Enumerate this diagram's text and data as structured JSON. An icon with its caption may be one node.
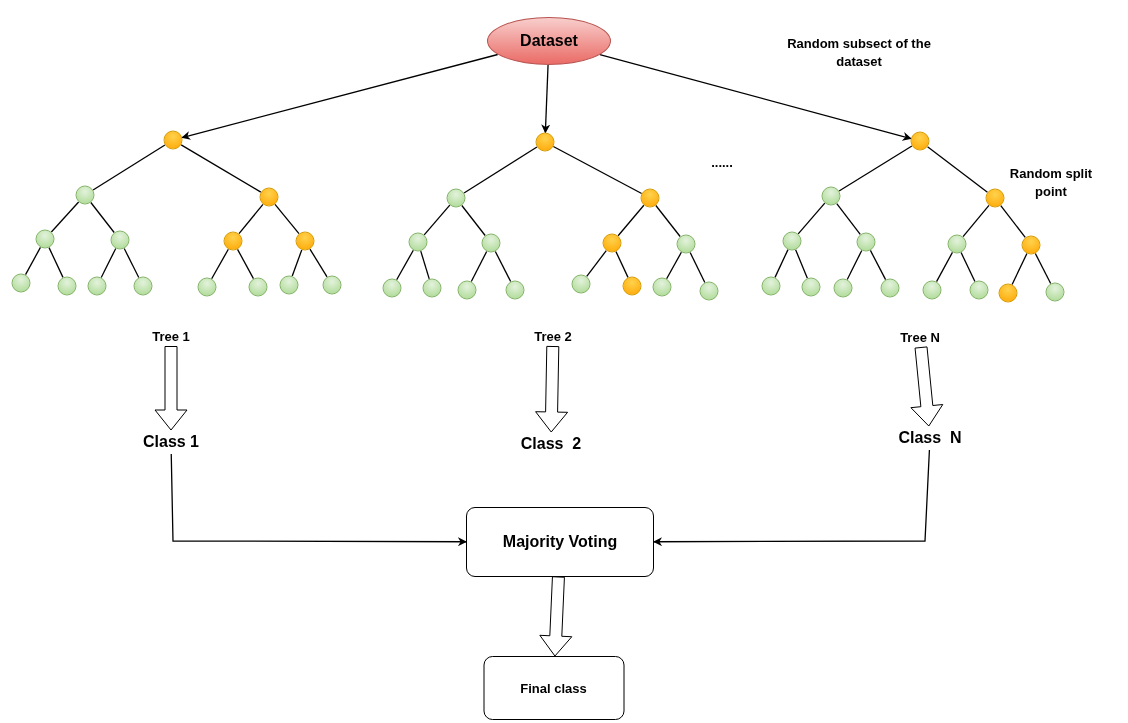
{
  "diagram": {
    "nodes": [
      {
        "text": [
          "Dataset"
        ]
      },
      {
        "text": [],
        "shape": "circle"
      },
      {
        "text": [],
        "shape": "circle"
      },
      {
        "text": [],
        "shape": "circle"
      },
      {
        "text": [],
        "shape": "circle"
      },
      {
        "text": [],
        "shape": "circle"
      },
      {
        "text": [],
        "shape": "circle"
      },
      {
        "text": [],
        "shape": "circle"
      },
      {
        "text": [],
        "shape": "circle"
      },
      {
        "text": [],
        "shape": "circle"
      },
      {
        "text": [],
        "shape": "circle"
      },
      {
        "text": [],
        "shape": "circle"
      },
      {
        "text": [],
        "shape": "circle"
      },
      {
        "text": [],
        "shape": "circle"
      },
      {
        "text": [],
        "shape": "circle"
      },
      {
        "text": [],
        "shape": "circle"
      },
      {
        "text": [],
        "shape": "circle"
      },
      {
        "text": [],
        "shape": "circle"
      },
      {
        "text": [],
        "shape": "circle"
      },
      {
        "text": [],
        "shape": "circle"
      },
      {
        "text": [],
        "shape": "circle"
      },
      {
        "text": [],
        "shape": "circle"
      },
      {
        "text": [],
        "shape": "circle"
      },
      {
        "text": [],
        "shape": "circle"
      },
      {
        "text": [],
        "shape": "circle"
      },
      {
        "text": [],
        "shape": "circle"
      },
      {
        "text": [],
        "shape": "circle"
      },
      {
        "text": [],
        "shape": "circle"
      },
      {
        "text": [],
        "shape": "circle"
      },
      {
        "text": [],
        "shape": "circle"
      },
      {
        "text": [],
        "shape": "circle"
      },
      {
        "text": [],
        "shape": "circle"
      },
      {
        "text": [],
        "shape": "circle"
      },
      {
        "text": [],
        "shape": "circle"
      },
      {
        "text": [],
        "shape": "circle"
      },
      {
        "text": [],
        "shape": "circle"
      },
      {
        "text": [],
        "shape": "circle"
      },
      {
        "text": [],
        "shape": "circle"
      },
      {
        "text": [],
        "shape": "circle"
      },
      {
        "text": [],
        "shape": "circle"
      },
      {
        "text": [],
        "shape": "circle"
      },
      {
        "text": [],
        "shape": "circle"
      },
      {
        "text": [],
        "shape": "circle"
      },
      {
        "text": [],
        "shape": "circle"
      },
      {
        "text": [],
        "shape": "circle"
      },
      {
        "text": [],
        "shape": "circle"
      },
      {
        "text": [
          "Tree 1"
        ]
      },
      {
        "text": [
          "Tree 2"
        ]
      },
      {
        "text": [
          "Tree N"
        ]
      },
      {
        "text": [
          "Class 1"
        ]
      },
      {
        "text": [
          "Class  2"
        ]
      },
      {
        "text": [
          "Class  N"
        ]
      },
      {
        "text": [
          "Majority Voting"
        ]
      },
      {
        "text": [
          "Final class"
        ]
      }
    ],
    "edges": [
      {
        "from": 0,
        "to": 1,
        "arrow": "to"
      },
      {
        "from": 0,
        "to": 16,
        "arrow": "to"
      },
      {
        "from": 0,
        "to": 31,
        "arrow": "to"
      },
      {
        "from": 1,
        "to": 2,
        "arrow": "none"
      },
      {
        "from": 1,
        "to": 3,
        "arrow": "none"
      },
      {
        "from": 2,
        "to": 4,
        "arrow": "none"
      },
      {
        "from": 2,
        "to": 5,
        "arrow": "none"
      },
      {
        "from": 3,
        "to": 6,
        "arrow": "none"
      },
      {
        "from": 3,
        "to": 7,
        "arrow": "none"
      },
      {
        "from": 4,
        "to": 8,
        "arrow": "none"
      },
      {
        "from": 4,
        "to": 9,
        "arrow": "none"
      },
      {
        "from": 5,
        "to": 10,
        "arrow": "none"
      },
      {
        "from": 5,
        "to": 11,
        "arrow": "none"
      },
      {
        "from": 6,
        "to": 12,
        "arrow": "none"
      },
      {
        "from": 6,
        "to": 13,
        "arrow": "none"
      },
      {
        "from": 7,
        "to": 14,
        "arrow": "none"
      },
      {
        "from": 7,
        "to": 15,
        "arrow": "none"
      },
      {
        "from": 16,
        "to": 17,
        "arrow": "none"
      },
      {
        "from": 16,
        "to": 18,
        "arrow": "none"
      },
      {
        "from": 17,
        "to": 19,
        "arrow": "none"
      },
      {
        "from": 17,
        "to": 20,
        "arrow": "none"
      },
      {
        "from": 18,
        "to": 21,
        "arrow": "none"
      },
      {
        "from": 18,
        "to": 22,
        "arrow": "none"
      },
      {
        "from": 19,
        "to": 23,
        "arrow": "none"
      },
      {
        "from": 19,
        "to": 24,
        "arrow": "none"
      },
      {
        "from": 20,
        "to": 25,
        "arrow": "none"
      },
      {
        "from": 20,
        "to": 26,
        "arrow": "none"
      },
      {
        "from": 21,
        "to": 27,
        "arrow": "none"
      },
      {
        "from": 21,
        "to": 28,
        "arrow": "none"
      },
      {
        "from": 22,
        "to": 29,
        "arrow": "none"
      },
      {
        "from": 22,
        "to": 30,
        "arrow": "none"
      },
      {
        "from": 31,
        "to": 32,
        "arrow": "none"
      },
      {
        "from": 31,
        "to": 33,
        "arrow": "none"
      },
      {
        "from": 32,
        "to": 34,
        "arrow": "none"
      },
      {
        "from": 32,
        "to": 35,
        "arrow": "none"
      },
      {
        "from": 33,
        "to": 36,
        "arrow": "none"
      },
      {
        "from": 33,
        "to": 37,
        "arrow": "none"
      },
      {
        "from": 34,
        "to": 38,
        "arrow": "none"
      },
      {
        "from": 34,
        "to": 39,
        "arrow": "none"
      },
      {
        "from": 35,
        "to": 40,
        "arrow": "none"
      },
      {
        "from": 35,
        "to": 41,
        "arrow": "none"
      },
      {
        "from": 36,
        "to": 42,
        "arrow": "none"
      },
      {
        "from": 36,
        "to": 43,
        "arrow": "none"
      },
      {
        "from": 37,
        "to": 44,
        "arrow": "none"
      },
      {
        "from": 37,
        "to": 45,
        "arrow": "none"
      },
      {
        "from": 46,
        "to": 49,
        "arrow": "to",
        "style": "thick"
      },
      {
        "from": 47,
        "to": 50,
        "arrow": "to",
        "style": "thick"
      },
      {
        "from": 48,
        "to": 51,
        "arrow": "to",
        "style": "thick"
      },
      {
        "from": 49,
        "to": 52,
        "arrow": "to"
      },
      {
        "from": 51,
        "to": 52,
        "arrow": "to"
      },
      {
        "from": 52,
        "to": 53,
        "arrow": "to",
        "style": "thick"
      }
    ],
    "labels": [
      "Random subsect of the dataset",
      "......",
      "Random split point"
    ]
  }
}
